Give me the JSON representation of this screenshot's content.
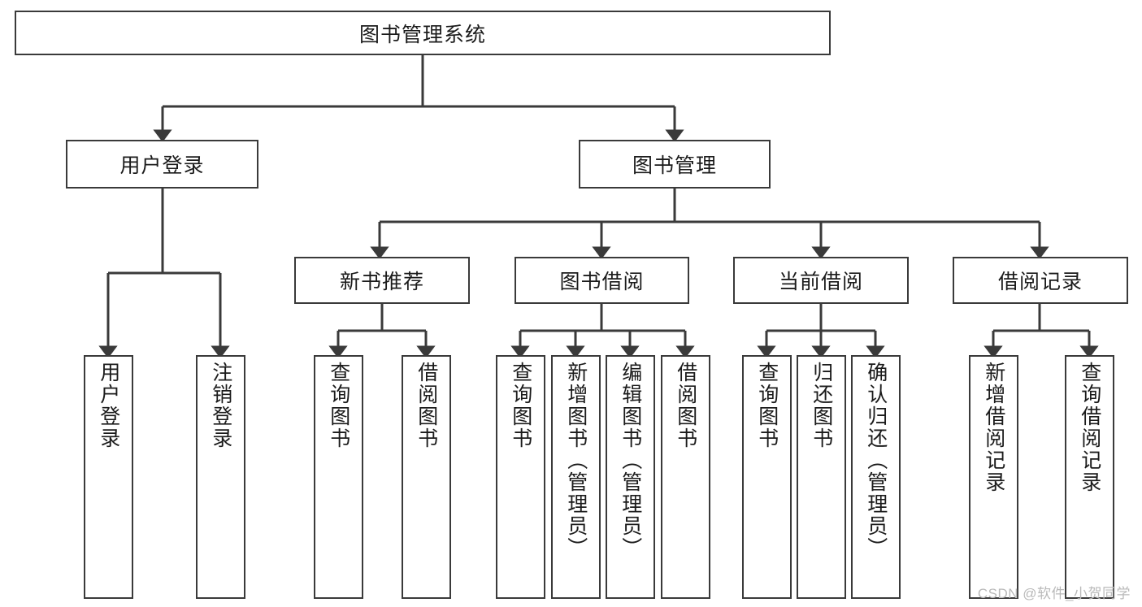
{
  "diagram": {
    "title": "图书管理系统",
    "watermark": "CSDN @软件_小贺同学",
    "style": {
      "background": "#ffffff",
      "border_color": "#3a3a3a",
      "text_color": "#1b1b1b",
      "watermark_color": "#b9b9b9"
    },
    "root": {
      "label": "图书管理系统"
    },
    "level2": [
      {
        "label": "用户登录"
      },
      {
        "label": "图书管理"
      }
    ],
    "level3": [
      {
        "label": "新书推荐"
      },
      {
        "label": "图书借阅"
      },
      {
        "label": "当前借阅"
      },
      {
        "label": "借阅记录"
      }
    ],
    "leaves": {
      "user_login": [
        {
          "label": "用户登录"
        },
        {
          "label": "注销登录"
        }
      ],
      "new_book": [
        {
          "label": "查询图书"
        },
        {
          "label": "借阅图书"
        }
      ],
      "book_borrow": [
        {
          "label": "查询图书"
        },
        {
          "label": "新增图书（管理员）"
        },
        {
          "label": "编辑图书（管理员）"
        },
        {
          "label": "借阅图书"
        }
      ],
      "current_borrow": [
        {
          "label": "查询图书"
        },
        {
          "label": "归还图书"
        },
        {
          "label": "确认归还（管理员）"
        }
      ],
      "borrow_record": [
        {
          "label": "新增借阅记录"
        },
        {
          "label": "查询借阅记录"
        }
      ]
    }
  }
}
